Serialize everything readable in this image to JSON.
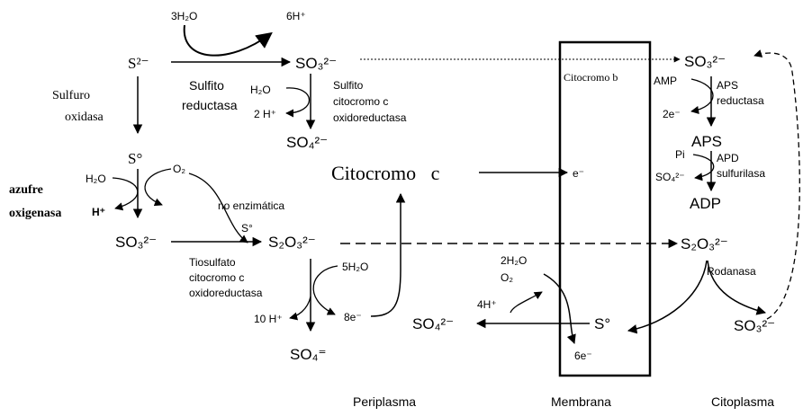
{
  "species": {
    "water3": "3H₂O",
    "h6": "6H⁺",
    "s2": "S²⁻",
    "so3_top": "SO₃²⁻",
    "h2o_a": "H₂O",
    "h2plus": "2 H⁺",
    "so4_top": "SO₄²⁻",
    "s0": "S°",
    "h2o_b": "H₂O",
    "o2_left": "O₂",
    "hplus": "H⁺",
    "so3_left": "SO₃²⁻",
    "s_small": "S°",
    "s2o3_mid": "S₂O₃²⁻",
    "h2o_5": "5H₂O",
    "h10": "10 H⁺",
    "e8": "8e⁻",
    "so4_eq": "SO₄⁼",
    "so4_mid": "SO₄²⁻",
    "h2o_2": "2H₂O",
    "o2_mid": "O₂",
    "h4": "4H⁺",
    "e6": "6e⁻",
    "s_membrane": "S°",
    "e_single": "e⁻",
    "so3_right": "SO₃²⁻",
    "amp": "AMP",
    "e2": "2e⁻",
    "aps": "APS",
    "pi": "Pi",
    "so4_right": "SO₄²⁻",
    "adp": "ADP",
    "s2o3_right": "S₂O₃²⁻",
    "so3_bottom": "SO₃²⁻"
  },
  "enzymes": {
    "sulfito_red_1": "Sulfito",
    "sulfito_red_2": "reductasa",
    "sulfuro_ox_1": "Sulfuro",
    "sulfuro_ox_2": "oxidasa",
    "sulfito_cit_1": "Sulfito",
    "sulfito_cit_2": "citocromo c",
    "sulfito_cit_3": "oxidoreductasa",
    "azufre_oxi_1": "azufre",
    "azufre_oxi_2": "oxigenasa",
    "no_enzimatica": "no enzimática",
    "tiosulfato_1": "Tiosulfato",
    "tiosulfato_2": "citocromo c",
    "tiosulfato_3": "oxidoreductasa",
    "aps_red_1": "APS",
    "aps_red_2": "reductasa",
    "apd_sulf_1": "APD",
    "apd_sulf_2": "sulfurilasa",
    "rodanasa": "Rodanasa"
  },
  "carriers": {
    "citocromo_c": "Citocromo   c",
    "citocromo_b": "Citocromo b"
  },
  "compartments": {
    "periplasma": "Periplasma",
    "membrana": "Membrana",
    "citoplasma": "Citoplasma"
  }
}
